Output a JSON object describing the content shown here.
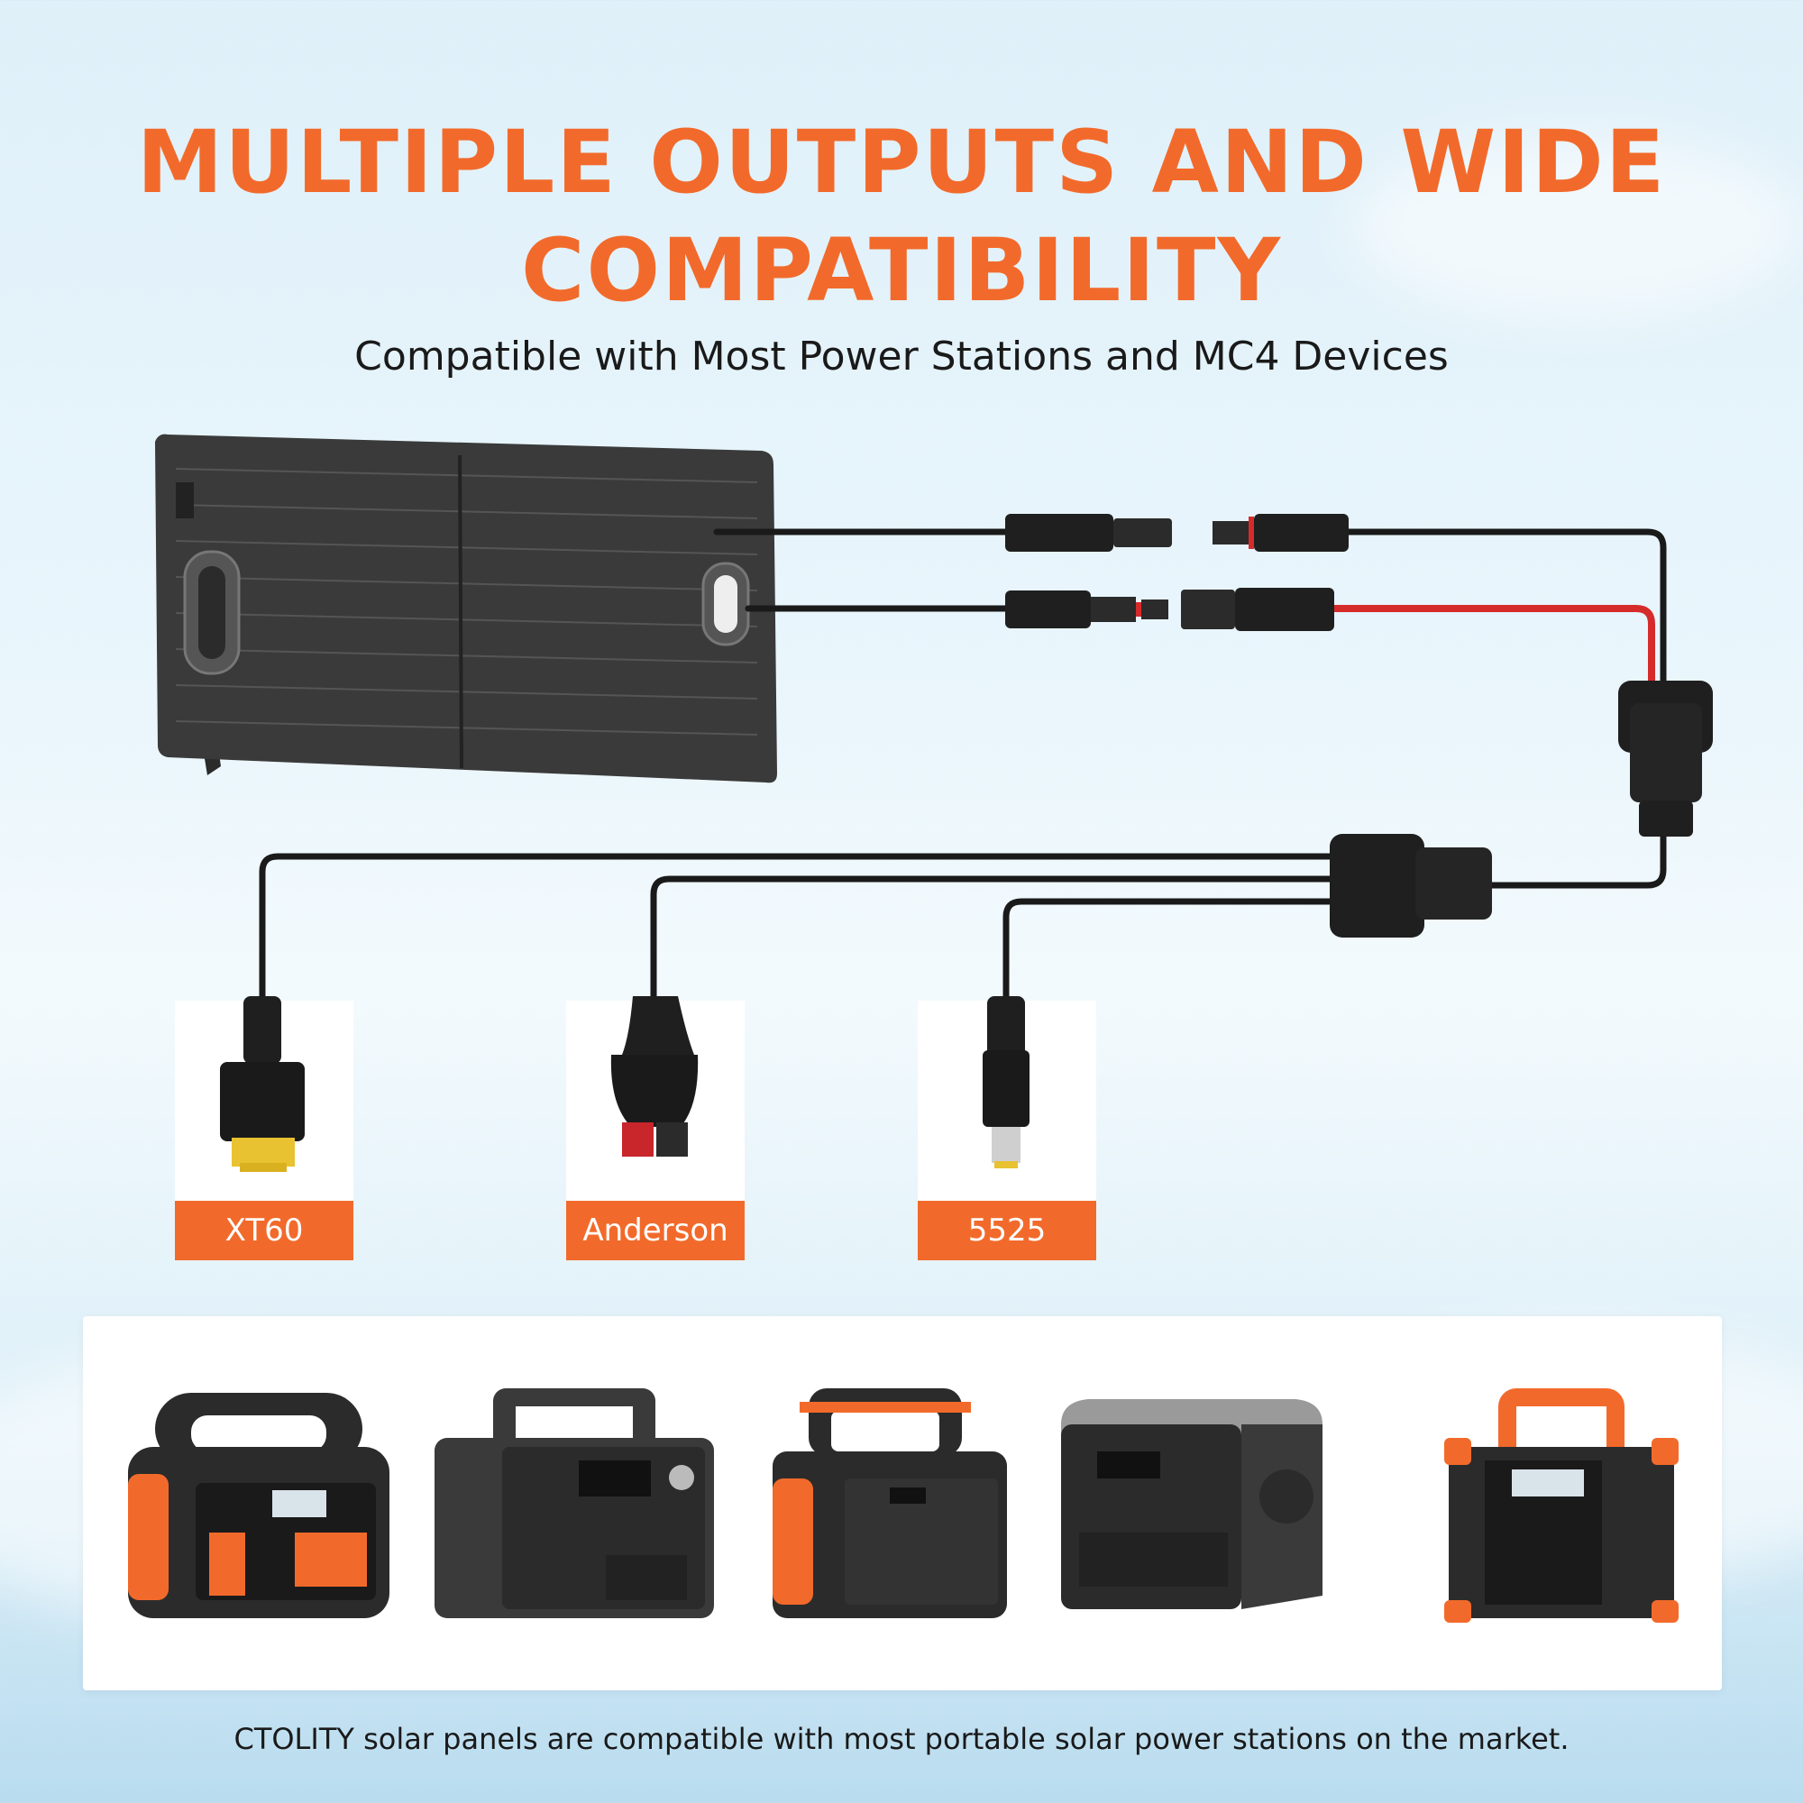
{
  "title_line1": "MULTIPLE OUTPUTS AND WIDE",
  "title_line2": "COMPATIBILITY",
  "subtitle": "Compatible with Most Power Stations and MC4 Devices",
  "ports": [
    {
      "label": "XT60"
    },
    {
      "label": "Anderson"
    },
    {
      "label": "5525"
    }
  ],
  "footer": "CTOLITY solar panels are compatible with most portable solar power stations on the market.",
  "colors": {
    "accent": "#f26a2b",
    "cable": "#1a1a1a",
    "red_cable": "#d62b2b"
  },
  "stations": [
    {
      "icon": "power-station-orange-handle-icon"
    },
    {
      "icon": "power-station-bluetti-icon"
    },
    {
      "icon": "power-station-compact-orange-icon"
    },
    {
      "icon": "power-station-grey-icon"
    },
    {
      "icon": "power-station-orange-frame-icon"
    }
  ]
}
